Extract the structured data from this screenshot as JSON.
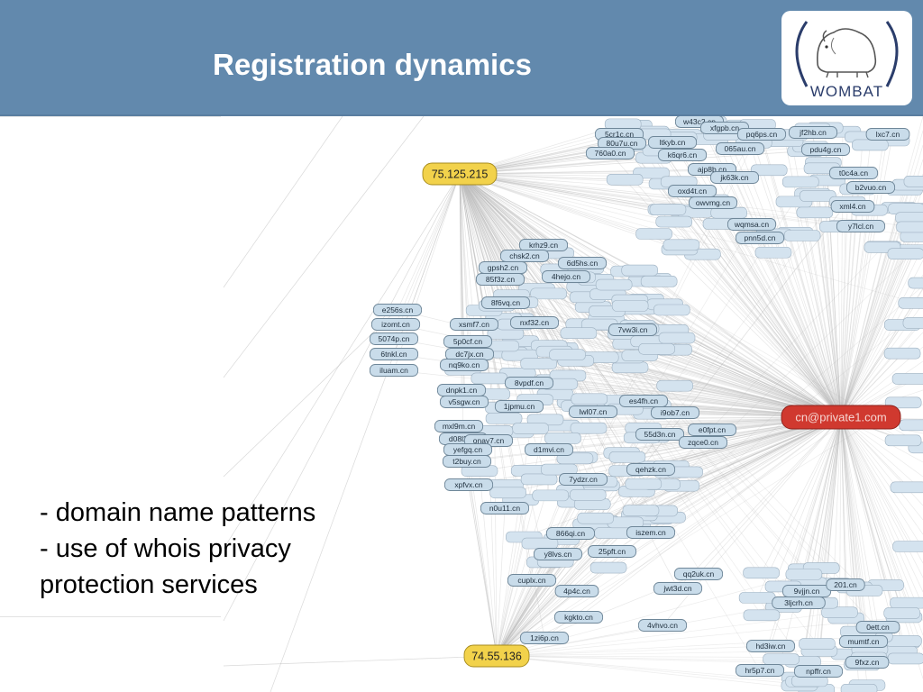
{
  "slide": {
    "title": "Registration dynamics",
    "logo_text": "WOMBAT",
    "logo_icon": "wombat-icon",
    "bullets": [
      "- domain name patterns",
      "- use of whois privacy",
      "protection services"
    ]
  },
  "graph": {
    "hubs": [
      {
        "id": "hub-ip-75-125-215",
        "label": "75.125.215",
        "kind": "ip",
        "color": "#f2d24b"
      },
      {
        "id": "hub-ip-74-55-136",
        "label": "74.55.136",
        "kind": "ip",
        "color": "#f2d24b"
      },
      {
        "id": "hub-email",
        "label": "cn@private1.com",
        "kind": "email",
        "color": "#d0392f"
      }
    ],
    "domain_color": "#c9dcea",
    "domains": [
      "e256s.cn",
      "izomt.cn",
      "5074p.cn",
      "6tnkl.cn",
      "iluam.cn",
      "krhz9.cn",
      "chsk2.cn",
      "gpsh2.cn",
      "85f3z.cn",
      "6d5hs.cn",
      "4hejo.cn",
      "8f6vq.cn",
      "xsmf7.cn",
      "nxf32.cn",
      "5p0cf.cn",
      "dc7jx.cn",
      "7vw3i.cn",
      "nq9ko.cn",
      "8vpdf.cn",
      "dnpk1.cn",
      "v5sgw.cn",
      "1jpmu.cn",
      "lwl07.cn",
      "mxl9m.cn",
      "d08l2.cn",
      "onay7.cn",
      "yefgq.cn",
      "d1mvi.cn",
      "t2buy.cn",
      "xpfvx.cn",
      "7ydzr.cn",
      "n0u11.cn",
      "866qi.cn",
      "iszem.cn",
      "y8lvs.cn",
      "25pft.cn",
      "cuplx.cn",
      "4p4c.cn",
      "qq2uk.cn",
      "jwt3d.cn",
      "kgkto.cn",
      "4vhvo.cn",
      "1zi6p.cn",
      "es4fh.cn",
      "55d3n.cn",
      "zqce0.cn",
      "i9ob7.cn",
      "e0fpt.cn",
      "qehzk.cn",
      "w43c2.cn",
      "xfgpb.cn",
      "5cr1c.cn",
      "80u7u.cn",
      "ltkyb.cn",
      "760a0.cn",
      "k6qr6.cn",
      "065au.cn",
      "pq6ps.cn",
      "ajp8b.cn",
      "jk63k.cn",
      "oxd4t.cn",
      "owvmg.cn",
      "wqmsa.cn",
      "pnn5d.cn",
      "pdu4g.cn",
      "jf2hb.cn",
      "t0c4a.cn",
      "b2vuo.cn",
      "y7lcl.cn",
      "mumtf.cn",
      "hd3iw.cn",
      "npffr.cn",
      "hr5p7.cn",
      "9vjjn.cn",
      "3ljcrh.cn",
      "0ett.cn",
      "201.cn",
      "xml4.cn",
      "9fxz.cn",
      "lxc7.cn"
    ]
  }
}
